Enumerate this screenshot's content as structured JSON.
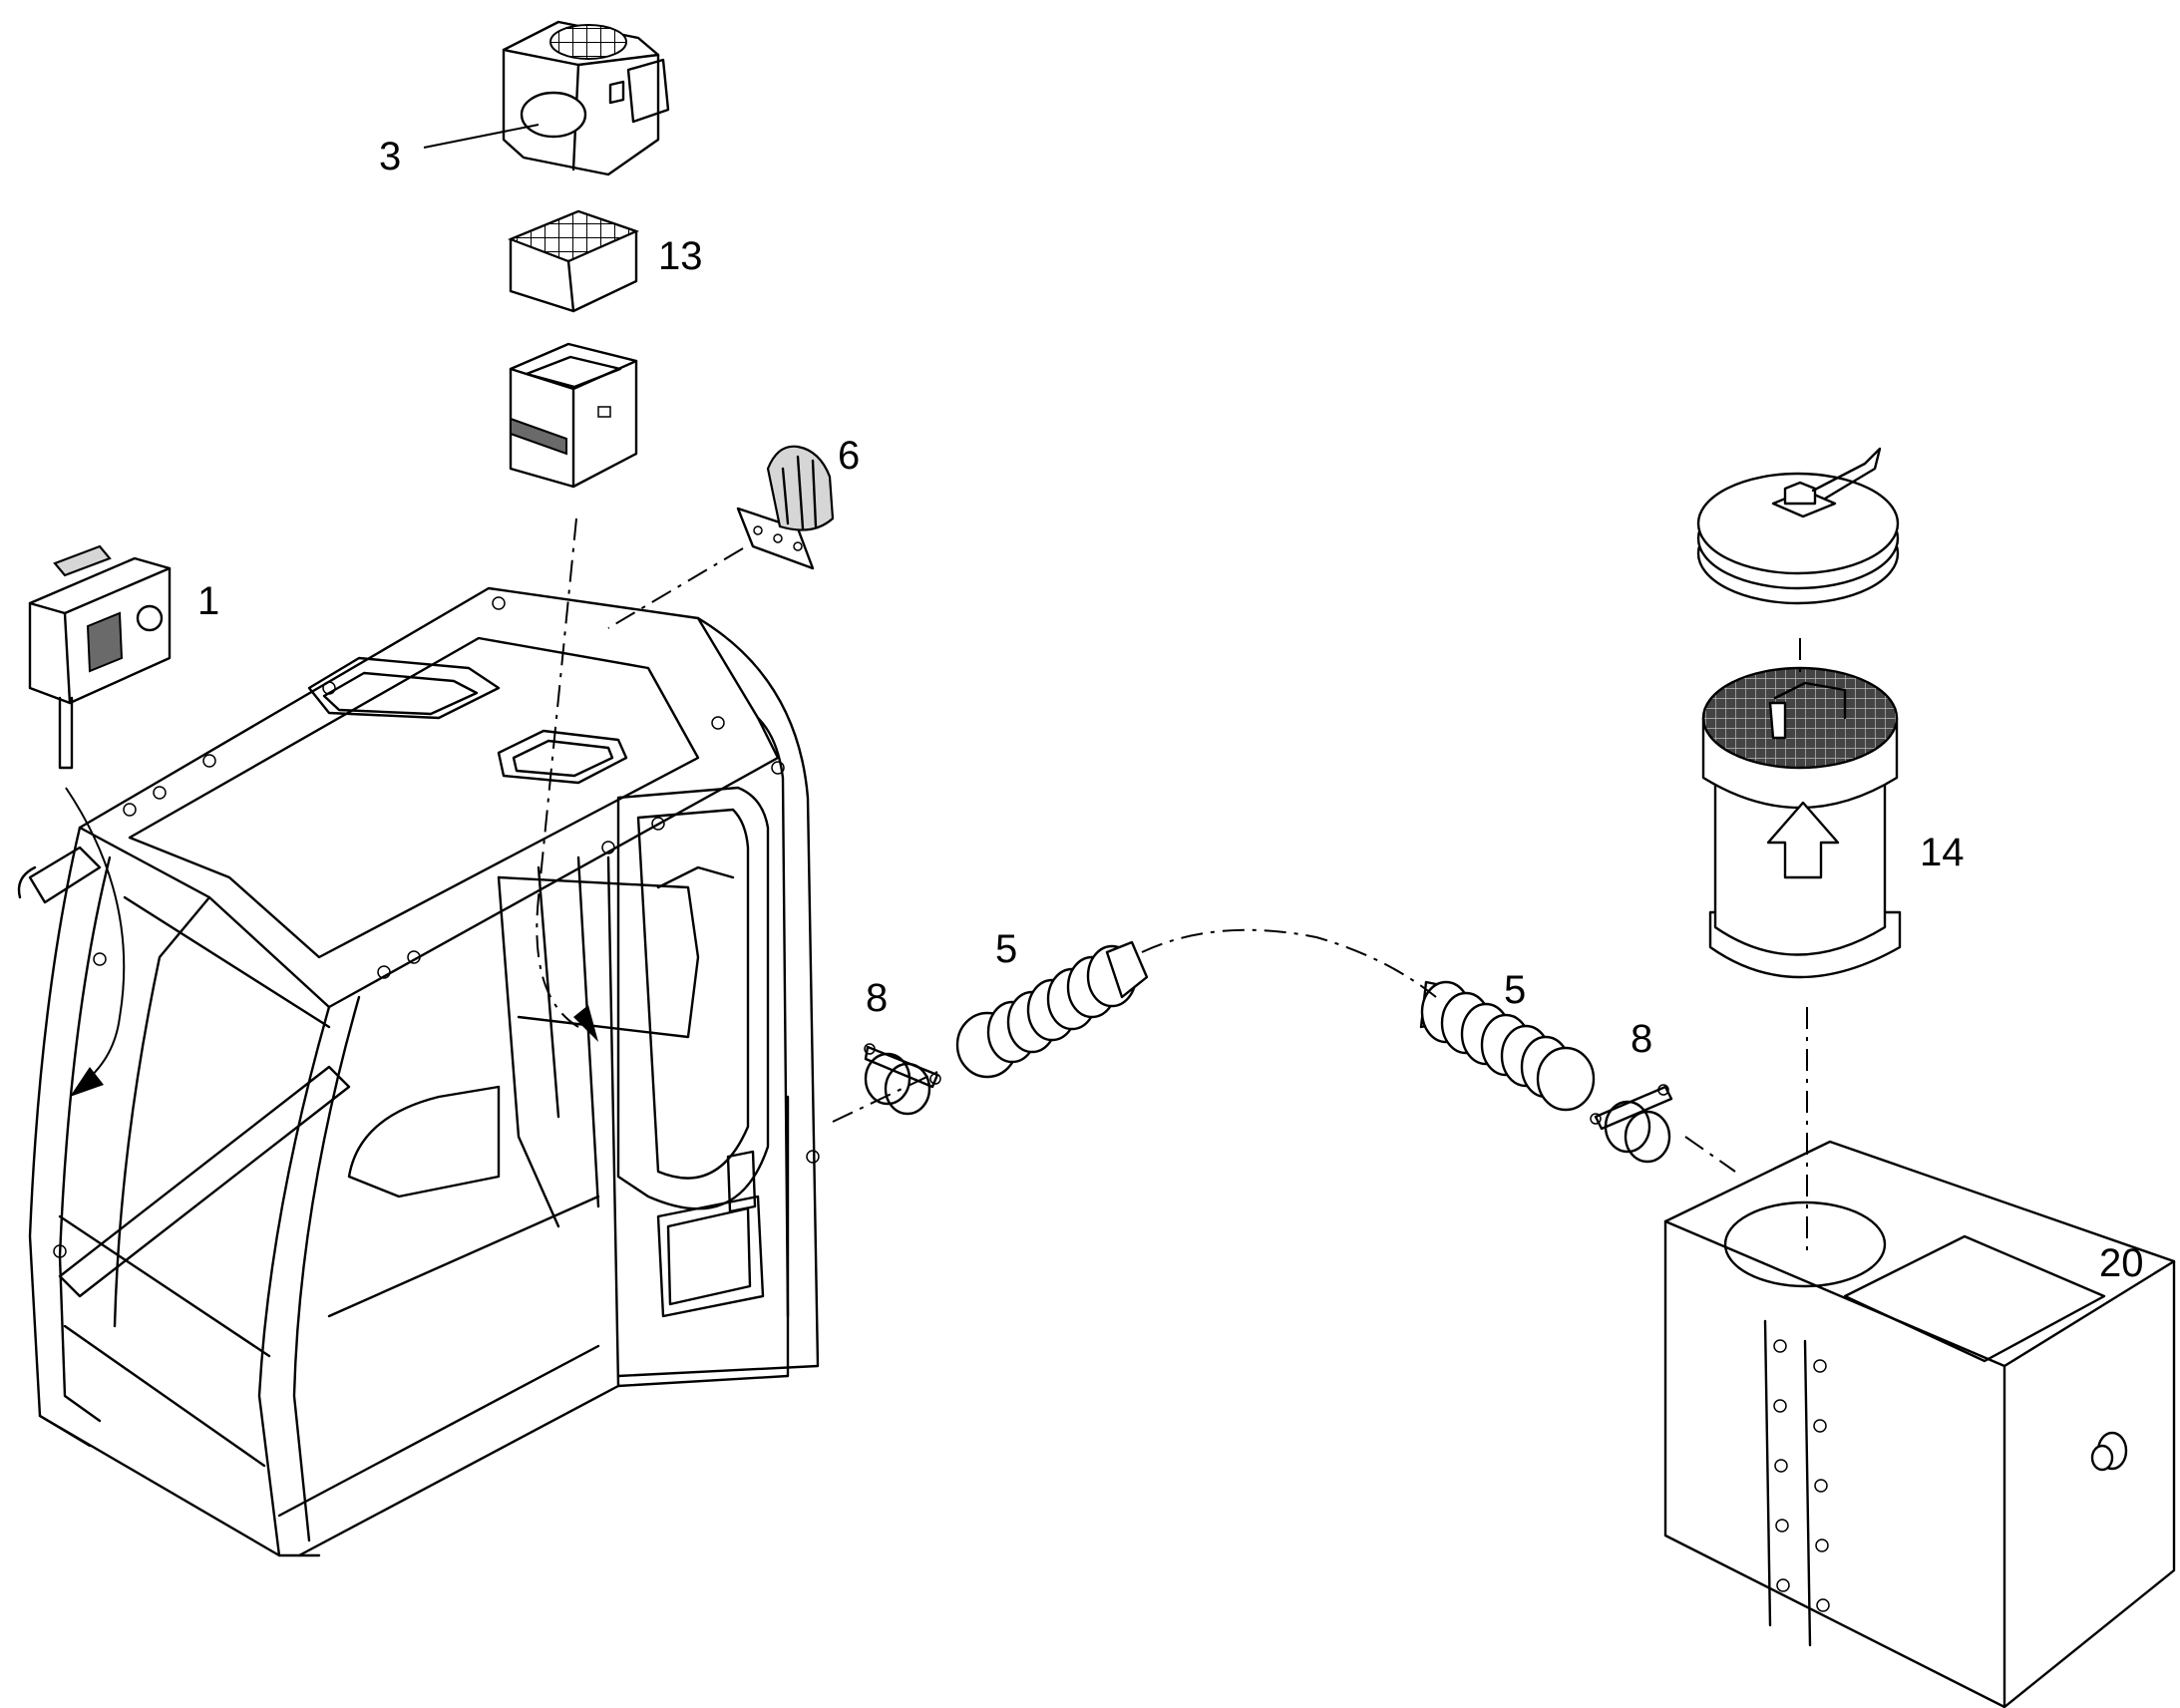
{
  "callouts": {
    "c1": "1",
    "c3": "3",
    "c5a": "5",
    "c5b": "5",
    "c6": "6",
    "c8a": "8",
    "c8b": "8",
    "c13": "13",
    "c14": "14",
    "c20": "20"
  }
}
